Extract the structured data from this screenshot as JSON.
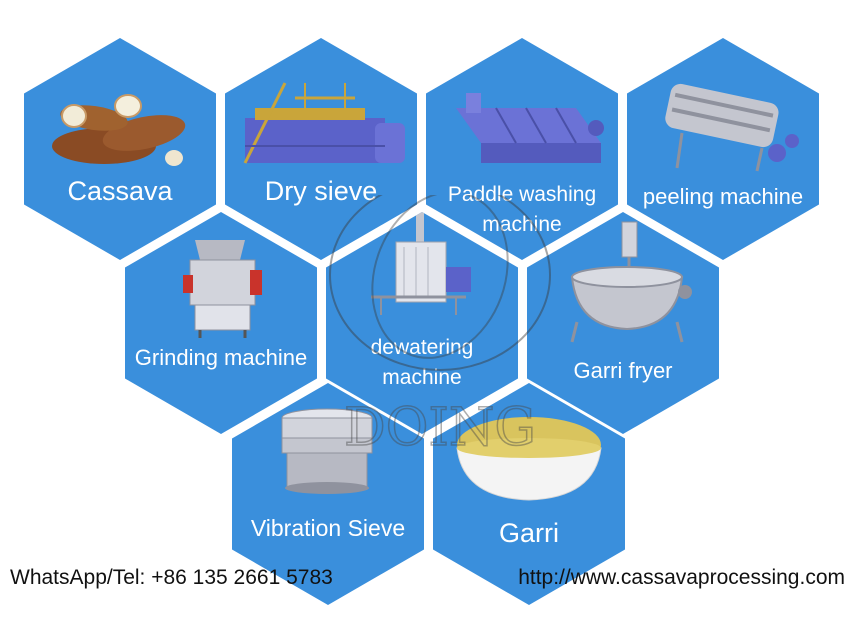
{
  "colors": {
    "hex_blue": "#3a8fdc",
    "hex_blue_light": "#4a9fe6",
    "text_white": "#ffffff",
    "footer_text": "#111111"
  },
  "tiles": [
    {
      "id": "cassava",
      "label": "Cassava",
      "icon": "cassava-roots-icon"
    },
    {
      "id": "dry-sieve",
      "label": "Dry sieve",
      "icon": "dry-sieve-machine-icon"
    },
    {
      "id": "paddle-washing",
      "label_line1": "Paddle washing",
      "label_line2": "machine",
      "icon": "paddle-washer-icon"
    },
    {
      "id": "peeling",
      "label": "peeling machine",
      "icon": "peeling-machine-icon"
    },
    {
      "id": "grinding",
      "label": "Grinding machine",
      "icon": "grinding-machine-icon"
    },
    {
      "id": "dewatering",
      "label_line1": "dewatering",
      "label_line2": "machine",
      "icon": "dewatering-press-icon"
    },
    {
      "id": "garri-fryer",
      "label": "Garri fryer",
      "icon": "garri-fryer-icon"
    },
    {
      "id": "vibration-sieve",
      "label": "Vibration Sieve",
      "icon": "vibration-sieve-icon"
    },
    {
      "id": "garri",
      "label": "Garri",
      "icon": "garri-bowl-icon"
    }
  ],
  "footer": {
    "phone": "WhatsApp/Tel: +86 135 2661 5783",
    "website": "http://www.cassavaprocessing.com"
  },
  "watermark": {
    "text": "DOING"
  }
}
